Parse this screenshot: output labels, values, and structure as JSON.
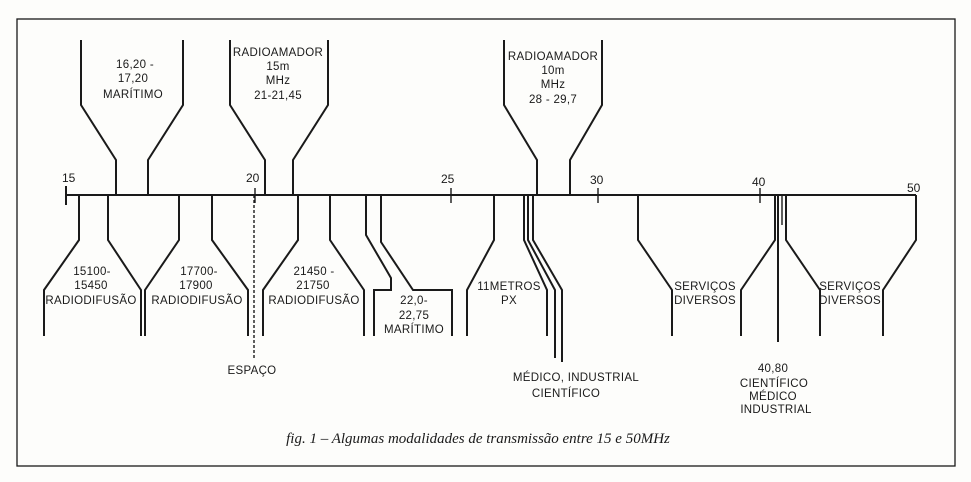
{
  "axis": {
    "ticks": [
      "15",
      "20",
      "25",
      "30",
      "40",
      "50"
    ]
  },
  "bands": {
    "maritimo_16": [
      "16,20 -",
      "17,20",
      "MARÍTIMO"
    ],
    "radioamador_15m": [
      "RADIOAMADOR",
      "15m",
      "MHz",
      "21-21,45"
    ],
    "radioamador_10m": [
      "RADIOAMADOR",
      "10m",
      "MHz",
      "28 - 29,7"
    ],
    "radiodifusao_15100": [
      "15100-",
      "15450",
      "RADIODIFUSÃO"
    ],
    "radiodifusao_17700": [
      "17700-",
      "17900",
      "RADIODIFUSÃO"
    ],
    "radiodifusao_21450": [
      "21450 -",
      "21750",
      "RADIODIFUSÃO"
    ],
    "maritimo_22": [
      "22,0-",
      "22,75",
      "MARÍTIMO"
    ],
    "px_11m": [
      "11METROS",
      "PX"
    ],
    "servicos_1": [
      "SERVIÇOS",
      "DIVERSOS"
    ],
    "servicos_2": [
      "SERVIÇOS",
      "DIVERSOS"
    ],
    "espaco": "ESPAÇO",
    "medico_27": [
      "MÉDICO, INDUSTRIAL",
      "CIENTÍFICO"
    ],
    "cientifico_40": [
      "40,80",
      "CIENTÍFICO",
      "MÉDICO",
      "INDUSTRIAL"
    ]
  },
  "caption": "fig. 1 – Algumas modalidades de transmissão entre 15 e 50MHz"
}
